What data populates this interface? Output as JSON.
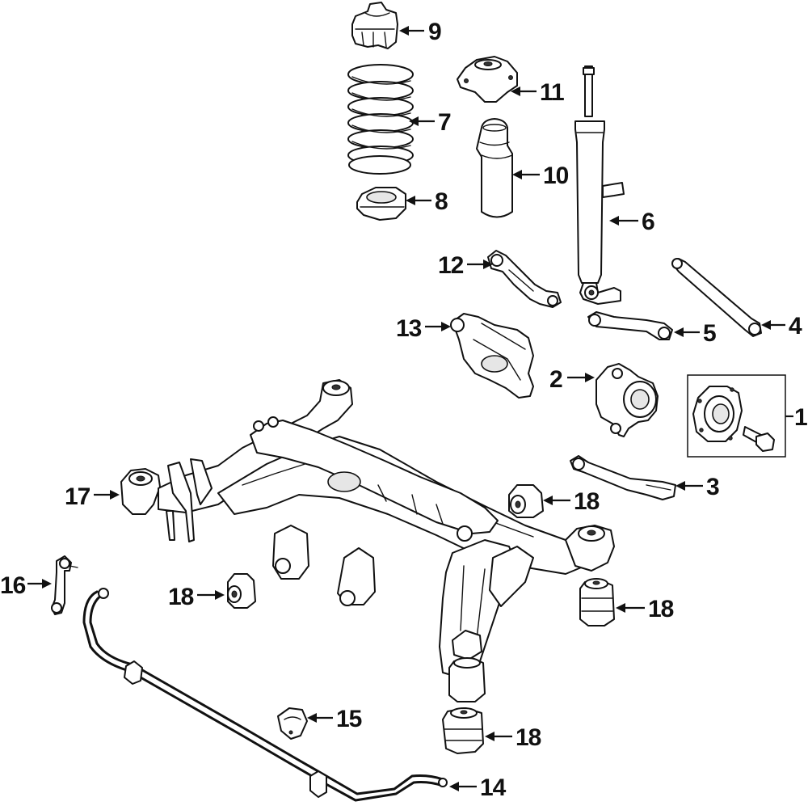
{
  "diagram": {
    "callouts": [
      {
        "id": "1",
        "label": "1"
      },
      {
        "id": "2",
        "label": "2"
      },
      {
        "id": "3",
        "label": "3"
      },
      {
        "id": "4",
        "label": "4"
      },
      {
        "id": "5",
        "label": "5"
      },
      {
        "id": "6",
        "label": "6"
      },
      {
        "id": "7",
        "label": "7"
      },
      {
        "id": "8",
        "label": "8"
      },
      {
        "id": "9",
        "label": "9"
      },
      {
        "id": "10",
        "label": "10"
      },
      {
        "id": "11",
        "label": "11"
      },
      {
        "id": "12",
        "label": "12"
      },
      {
        "id": "13",
        "label": "13"
      },
      {
        "id": "14",
        "label": "14"
      },
      {
        "id": "15",
        "label": "15"
      },
      {
        "id": "16",
        "label": "16"
      },
      {
        "id": "17",
        "label": "17"
      },
      {
        "id": "18a",
        "label": "18"
      },
      {
        "id": "18b",
        "label": "18"
      },
      {
        "id": "18c",
        "label": "18"
      },
      {
        "id": "18d",
        "label": "18"
      }
    ]
  }
}
